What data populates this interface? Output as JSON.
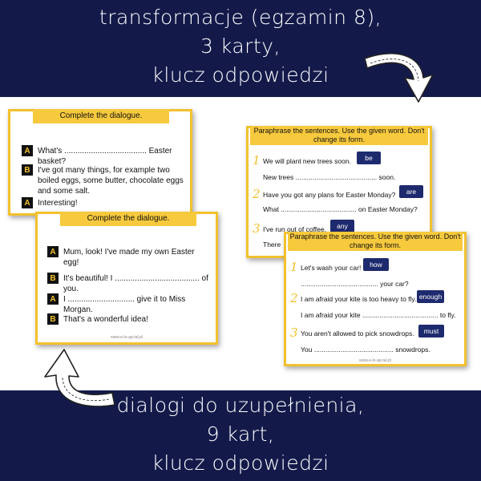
{
  "top_banner": {
    "lines": [
      "transformacje (egzamin 8),",
      "3 karty,",
      "klucz odpowiedzi"
    ]
  },
  "bottom_banner": {
    "lines": [
      "dialogi do uzupełnienia,",
      "9 kart,",
      "klucz odpowiedzi"
    ]
  },
  "dialogue_card_1": {
    "title": "Complete the dialogue.",
    "rows": [
      {
        "speaker": "A",
        "text": "What's ..................................... Easter basket?"
      },
      {
        "speaker": "B",
        "text": "I've got many things, for example two boiled eggs, some butter, chocolate eggs and some salt."
      },
      {
        "speaker": "A",
        "text": "Interesting!"
      }
    ]
  },
  "dialogue_card_2": {
    "title": "Complete the dialogue.",
    "rows": [
      {
        "speaker": "A",
        "text": "Mum, look! I've made my own Easter egg!"
      },
      {
        "speaker": "B",
        "text": "It's beautiful! I ...................................... of you."
      },
      {
        "speaker": "A",
        "text": "I .............................. give it to Miss Morgan."
      },
      {
        "speaker": "B",
        "text": "That's a wonderful idea!"
      }
    ],
    "footer": "www.e-lo-ap-tal.pl"
  },
  "paraphrase_card_1": {
    "title": "Paraphrase the sentences. Use the given word. Don't change its form.",
    "items": [
      {
        "num": "1",
        "sentence": "We will plant new trees soon.",
        "word": "be",
        "answer": "New trees ........................................... soon."
      },
      {
        "num": "2",
        "sentence": "Have you got any plans for Easter Monday?",
        "word": "are",
        "answer": "What ........................................ on Easter Monday?"
      },
      {
        "num": "3",
        "sentence": "I've run out of coffee.",
        "word": "any",
        "answer": "There"
      }
    ]
  },
  "paraphrase_card_2": {
    "title": "Paraphrase the sentences. Use the given word. Don't change its form.",
    "items": [
      {
        "num": "1",
        "sentence": "Let's wash your car!",
        "word": "how",
        "answer": "......................................... your car?"
      },
      {
        "num": "2",
        "sentence": "I am afraid your kite is too heavy to fly.",
        "word": "enough",
        "answer": "I am afraid your kite ........................................ to fly."
      },
      {
        "num": "3",
        "sentence": "You aren't allowed to pick snowdrops.",
        "word": "must",
        "answer": "You .......................................... snowdrops."
      }
    ],
    "footer": "www.e-lo-ap-tal.pl"
  },
  "colors": {
    "navy": "#131a4a",
    "yellow": "#f7c93d",
    "word_box": "#1e2a6e"
  },
  "icons": [
    "curved-arrow-right-icon",
    "curved-arrow-left-icon"
  ]
}
